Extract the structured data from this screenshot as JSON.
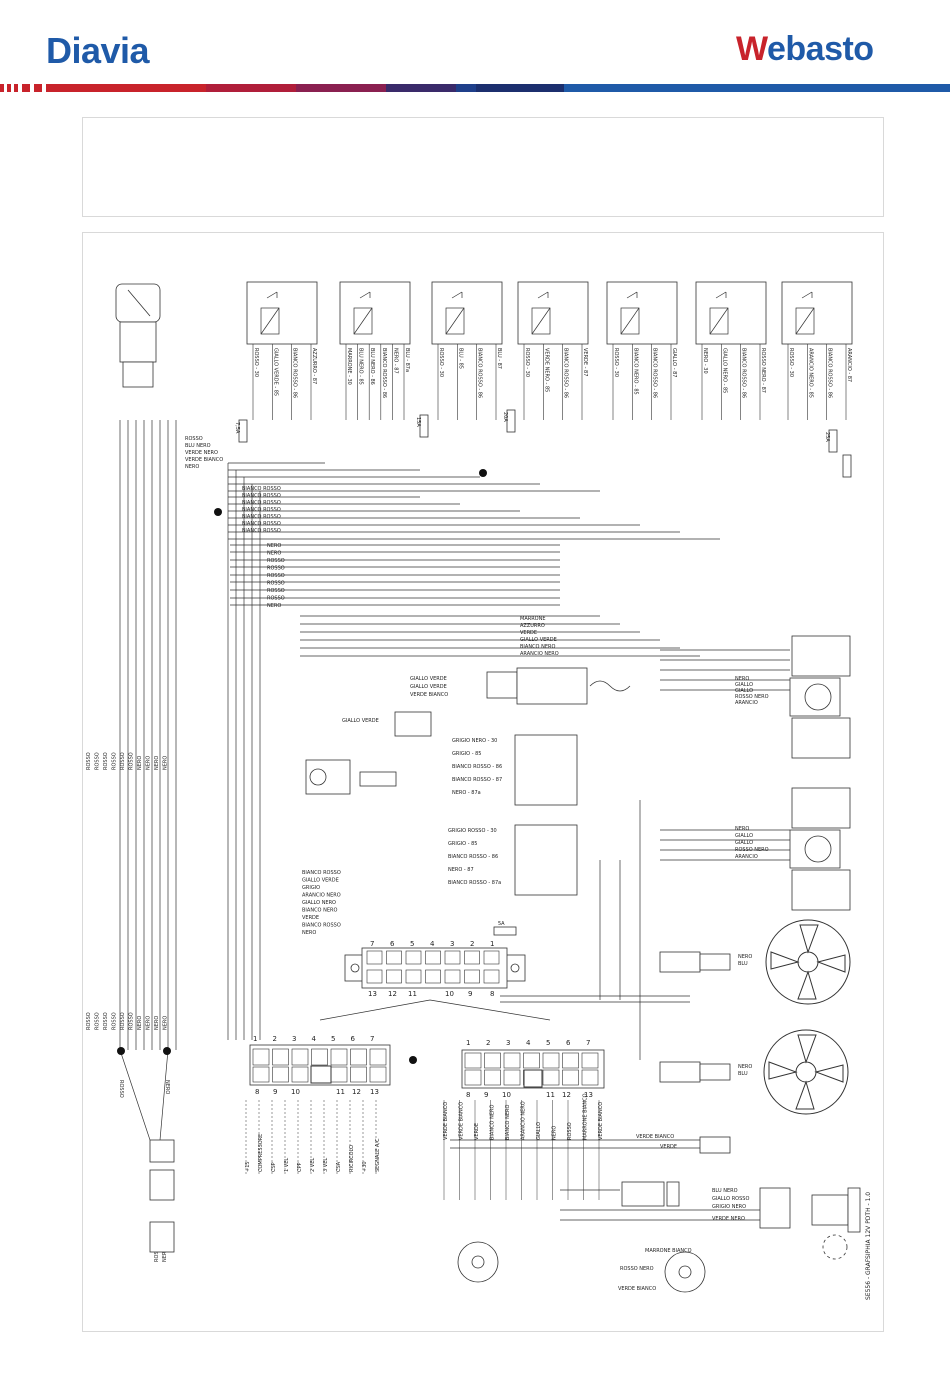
{
  "header": {
    "left_brand": "Diavia",
    "right_brand": "Webasto",
    "right_brand_mark": "W",
    "right_brand_rest": "ebasto"
  },
  "colors": {
    "brand_blue": "#1f5aa8",
    "brand_red": "#c8232b",
    "stripe": [
      "#c8232b",
      "#b01e3a",
      "#8a2050",
      "#3a2a6a",
      "#1f3f8a",
      "#1f5aa8"
    ]
  },
  "diagram": {
    "relay_row": [
      {
        "pins": [
          "ROSSO - 30",
          "GIALLO VERDE - 85",
          "BIANCO ROSSO - 86",
          "AZZURRO - 87"
        ]
      },
      {
        "pins": [
          "MARRONE - 30",
          "BLU NERO - 85",
          "BLU NERO - 86",
          "BIANCO ROSSO - 86",
          "NERO - 87",
          "BLU - 87a"
        ]
      },
      {
        "pins": [
          "ROSSO - 30",
          "BLU - 85",
          "BIANCO ROSSO - 86",
          "BLU - 87"
        ]
      },
      {
        "pins": [
          "ROSSO - 30",
          "VERDE NERO - 85",
          "BIANCO ROSSO - 86",
          "VERDE - 87"
        ]
      },
      {
        "pins": [
          "ROSSO - 30",
          "BIANCO NERO - 85",
          "BIANCO ROSSO - 86",
          "GIALLO - 87"
        ]
      },
      {
        "pins": [
          "NERO - 30",
          "GIALLO NERO - 85",
          "BIANCO ROSSO - 86",
          "ROSSO NERO - 87"
        ]
      },
      {
        "pins": [
          "ROSSO - 30",
          "ARANCIO NERO - 85",
          "BIANCO ROSSO - 86",
          "ARANCIO - 87"
        ]
      }
    ],
    "fuses": [
      "7,5A",
      "15A",
      "20A",
      "25A",
      "5A"
    ],
    "harness_top": [
      "ROSSO",
      "BLU NERO",
      "VERDE NERO",
      "VERDE BIANCO",
      "NERO"
    ],
    "harness_mid": [
      "BIANCO ROSSO",
      "BIANCO ROSSO",
      "BIANCO ROSSO",
      "BIANCO ROSSO",
      "BIANCO ROSSO",
      "BIANCO ROSSO",
      "BIANCO ROSSO"
    ],
    "harness_power": [
      "NERO",
      "NERO",
      "ROSSO",
      "ROSSO",
      "ROSSO",
      "ROSSO",
      "ROSSO",
      "ROSSO",
      "NERO"
    ],
    "harness_bottom": [
      "MARRONE",
      "AZZURRO",
      "VERDE",
      "GIALLO VERDE",
      "BIANCO NERO",
      "ARANCIO NERO"
    ],
    "solenoid_labels": [
      "GIALLO VERDE",
      "GIALLO VERDE",
      "VERDE BIANCO",
      "GIALLO VERDE"
    ],
    "relay_mid_1": [
      "GRIGIO NERO - 30",
      "GRIGIO - 85",
      "BIANCO ROSSO - 86",
      "BIANCO ROSSO - 87",
      "NERO - 87a"
    ],
    "relay_mid_2": [
      "GRIGIO ROSSO - 30",
      "GRIGIO - 85",
      "BIANCO ROSSO - 86",
      "NERO - 87",
      "BIANCO ROSSO - 87a"
    ],
    "blower_1": [
      "NERO",
      "GIALLO",
      "GIALLO",
      "ROSSO NERO",
      "ARANCIO"
    ],
    "blower_2": [
      "NERO",
      "GIALLO",
      "GIALLO",
      "ROSSO NERO",
      "ARANCIO"
    ],
    "connector_feed": [
      "BIANCO ROSSO",
      "GIALLO VERDE",
      "GRIGIO",
      "ARANCIO NERO",
      "GIALLO NERO",
      "BIANCO NERO",
      "VERDE",
      "BIANCO ROSSO",
      "NERO"
    ],
    "main_connector_top": [
      "7",
      "6",
      "5",
      "4",
      "3",
      "2",
      "1"
    ],
    "main_connector_bottom": [
      "13",
      "12",
      "11",
      "10",
      "9",
      "8"
    ],
    "fan_1": [
      "NERO",
      "BLU"
    ],
    "fan_2": [
      "NERO",
      "BLU"
    ],
    "conn_a_top": [
      "1",
      "2",
      "3",
      "4",
      "5",
      "6",
      "7"
    ],
    "conn_a_bottom": [
      "8",
      "9",
      "10",
      "11",
      "12",
      "13"
    ],
    "conn_a_wires": [
      "+15",
      "COMPRESSORE",
      "CSP",
      "1 VEL",
      "CPP",
      "2 VEL",
      "3 VEL",
      "CSA",
      "RICIRCOLO",
      "+30",
      "SEGNALE A/C"
    ],
    "conn_b_top": [
      "1",
      "2",
      "3",
      "4",
      "5",
      "6",
      "7"
    ],
    "conn_b_bottom": [
      "8",
      "9",
      "10",
      "11",
      "12",
      "13"
    ],
    "conn_b_wires": [
      "VERDE BIANCO",
      "VERDE BIANCO",
      "VERDE",
      "BIANCO NERO",
      "BIANCO NERO",
      "ARANCIO NERO",
      "GIALLO",
      "NERO",
      "ROSSO",
      "MARRONE BIANCO",
      "VERDE BIANCO"
    ],
    "lower_right": [
      "VERDE BIANCO",
      "VERDE",
      "BLU NERO",
      "GIALLO ROSSO",
      "GRIGIO NERO",
      "VERDE NERO"
    ],
    "knobs": [
      "MARRONE BIANCO",
      "ROSSO NERO",
      "VERDE BIANCO"
    ],
    "left_bundle": [
      "ROSSO",
      "ROSSO",
      "ROSSO",
      "ROSSO",
      "ROSSO",
      "ROSSO",
      "NERO",
      "NERO",
      "NERO",
      "NERO"
    ],
    "ground_labels": [
      "ROSSO",
      "NERO"
    ],
    "bottom_connector": [
      "ROSSO",
      "NERO"
    ],
    "vertical_note": "SE556 - GRAFSIPHIA 12V PDTH - 1.0"
  }
}
